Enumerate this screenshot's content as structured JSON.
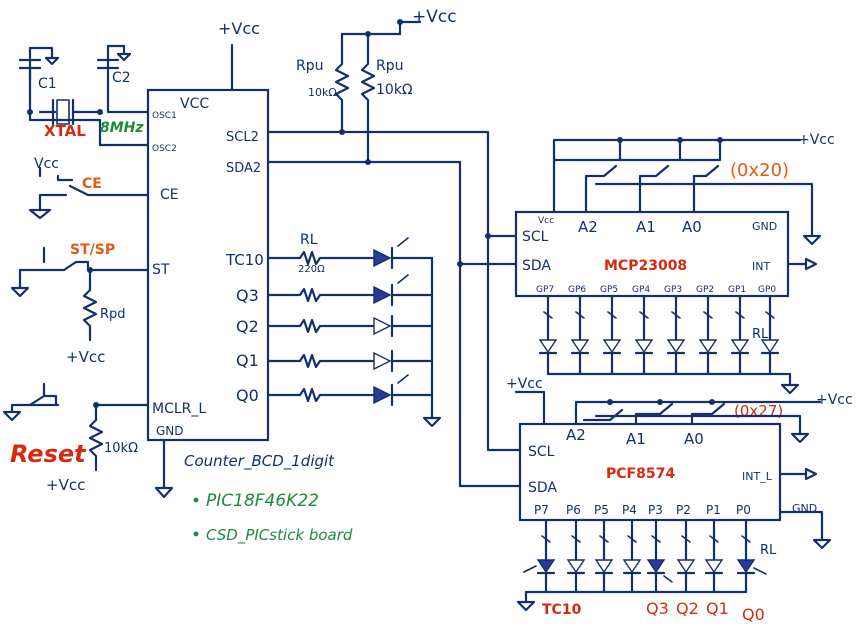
{
  "supply": {
    "vcc_top": "+Vcc",
    "vcc_pullups": "+Vcc",
    "vcc_mcp": "+Vcc",
    "vcc_pcf_left": "+Vcc",
    "vcc_pcf_right": "+Vcc",
    "vcc_ce": "Vcc",
    "vcc_st": "+Vcc",
    "vcc_reset": "+Vcc"
  },
  "pic": {
    "pins_left": [
      "OSC1",
      "OSC2",
      "CE",
      "ST",
      "MCLR_L"
    ],
    "pins_right": [
      "TC10",
      "Q3",
      "Q2",
      "Q1",
      "Q0"
    ],
    "vcc_pin": "VCC",
    "gnd_pin": "GND",
    "scl_pin": "SCL2",
    "sda_pin": "SDA2",
    "title": "Counter_BCD_1digit"
  },
  "components": {
    "c1": "C1",
    "c2": "C2",
    "xtal": "XTAL",
    "xtal_freq": "8MHz",
    "ce_switch": "CE",
    "st_switch": "ST/SP",
    "rpd": "Rpd",
    "reset_label": "Reset",
    "reset_res": "10kΩ",
    "rpu_a_name": "Rpu",
    "rpu_a_val": "10kΩ",
    "rpu_b_name": "Rpu",
    "rpu_b_val": "10kΩ",
    "rl_name": "RL",
    "rl_val": "220Ω"
  },
  "mcp": {
    "name": "MCP23008",
    "address": "(0x20)",
    "vcc_pin": "Vcc",
    "scl": "SCL",
    "sda": "SDA",
    "gnd": "GND",
    "int": "INT",
    "addr_pins": [
      "A2",
      "A1",
      "A0"
    ],
    "gpio_pins": [
      "GP7",
      "GP6",
      "GP5",
      "GP4",
      "GP3",
      "GP2",
      "GP1",
      "GP0"
    ],
    "rl": "RL"
  },
  "pcf": {
    "name": "PCF8574",
    "address": "(0x27)",
    "scl": "SCL",
    "sda": "SDA",
    "gnd": "GND",
    "int": "INT_L",
    "addr_pins": [
      "A2",
      "A1",
      "A0"
    ],
    "port_pins": [
      "P7",
      "P6",
      "P5",
      "P4",
      "P3",
      "P2",
      "P1",
      "P0"
    ],
    "rl": "RL",
    "out_labels": [
      "TC10",
      "Q3",
      "Q2",
      "Q1",
      "Q0"
    ]
  },
  "notes": [
    "PIC18F46K22",
    "CSD_PICstick board"
  ],
  "colors": {
    "ink": "#13306b",
    "red": "#d62a10",
    "orange": "#e25a14",
    "green": "#1e8a3c"
  }
}
